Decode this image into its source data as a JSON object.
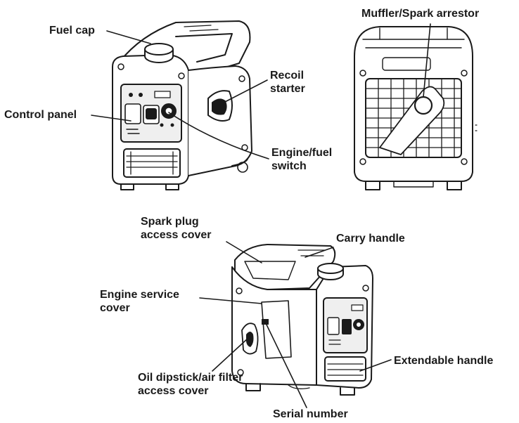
{
  "labels": {
    "fuel_cap": "Fuel cap",
    "muffler": "Muffler/Spark arrestor",
    "recoil_line1": "Recoil",
    "recoil_line2": "starter",
    "control_panel": "Control panel",
    "engine_switch_line1": "Engine/fuel",
    "engine_switch_line2": "switch",
    "spark_plug_line1": "Spark plug",
    "spark_plug_line2": "access cover",
    "carry_handle": "Carry handle",
    "engine_service_line1": "Engine service",
    "engine_service_line2": "cover",
    "extendable_handle": "Extendable handle",
    "oil_dipstick_line1": "Oil dipstick/air filter",
    "oil_dipstick_line2": "access cover",
    "serial_number": "Serial number"
  },
  "colors": {
    "ink": "#1a1a1a",
    "body_fill": "#ffffff",
    "panel_fill": "#efefef"
  }
}
